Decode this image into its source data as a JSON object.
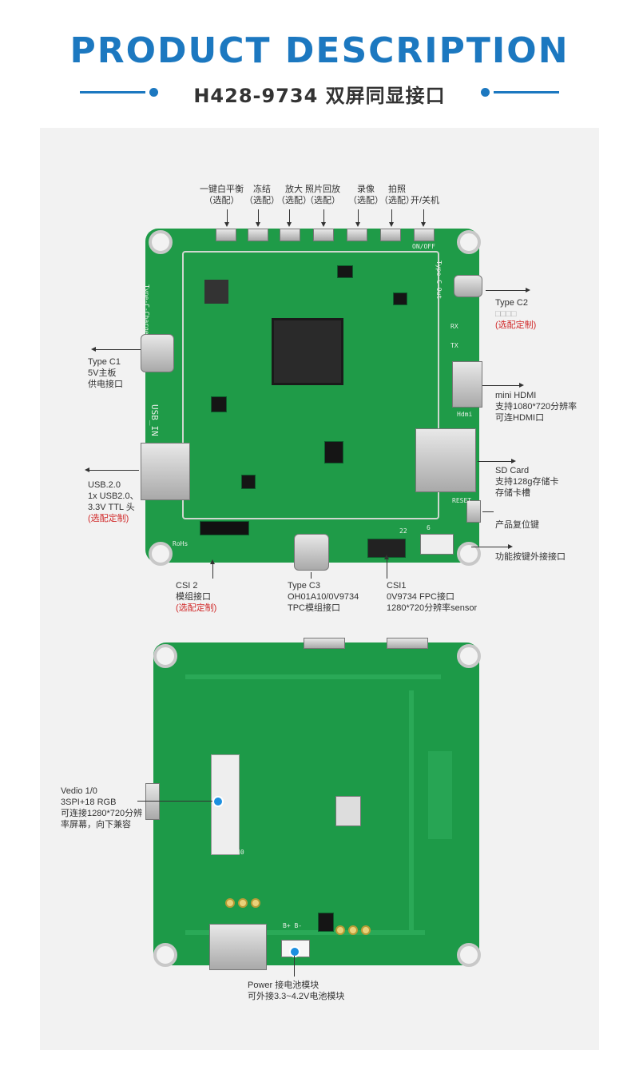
{
  "header": {
    "title": "PRODUCT DESCRIPTION",
    "subtitle": "H428-9734 双屏同显接口"
  },
  "colors": {
    "accent": "#1c78c0",
    "pcb": "#1f9b48",
    "note_red": "#d12a2a"
  },
  "top_buttons": [
    {
      "name": "一键白平衡",
      "note": "（选配）"
    },
    {
      "name": "冻结",
      "note": "（选配）"
    },
    {
      "name": "放大",
      "note": "（选配）"
    },
    {
      "name": "照片回放",
      "note": "（选配）"
    },
    {
      "name": "录像",
      "note": "（选配）"
    },
    {
      "name": "拍照",
      "note": "（选配）"
    },
    {
      "name": "开/关机",
      "note": ""
    }
  ],
  "callouts": {
    "type_c2": {
      "title": "Type C2",
      "note": "□□□□",
      "option": "(选配定制)"
    },
    "type_c1": {
      "title": "Type C1",
      "l2": "5V主板",
      "l3": "供电接口"
    },
    "mini_hdmi": {
      "title": "mini HDMI",
      "l2": "支持1080*720分辨率",
      "l3": "可连HDMI口"
    },
    "usb": {
      "title": "USB.2.0",
      "l2": "1x USB2.0、",
      "l3": "3.3V TTL 头",
      "option": "(选配定制)"
    },
    "sd_card": {
      "title": "SD Card",
      "l2": "支持128g存储卡",
      "l3": "存储卡槽"
    },
    "reset": {
      "title": "产品复位键"
    },
    "func_key": {
      "title": "功能按键外接接口"
    },
    "csi2": {
      "title": "CSI 2",
      "l2": "模组接口",
      "option": "(选配定制)"
    },
    "type_c3": {
      "title": "Type C3",
      "l2": "OH01A10/0V9734",
      "l3": "TPC模组接口"
    },
    "csi1": {
      "title": "CSI1",
      "l2": "0V9734 FPC接口",
      "l3": "1280*720分辨率sensor"
    },
    "vedio": {
      "title": "Vedio 1/0",
      "l2": "3SPI+18 RGB",
      "l3": "可连接1280*720分辨",
      "l4": "率屏幕，向下兼容"
    },
    "power": {
      "title": "Power 接电池模块",
      "l2": "可外接3.3~4.2V电池模块"
    }
  },
  "silkscreen": {
    "type_c_charge": "Type-C-Charge",
    "type_c_out": "Type-C-Out",
    "usb_in": "USB_IN",
    "hdmi": "Hdmi",
    "on_off": "ON/OFF",
    "rx": "RX",
    "tx": "TX",
    "reset": "RESET",
    "rohs": "RoHs",
    "pin_22": "22",
    "pin_6": "6",
    "pin_40": "40",
    "batt": "B+  B-"
  }
}
